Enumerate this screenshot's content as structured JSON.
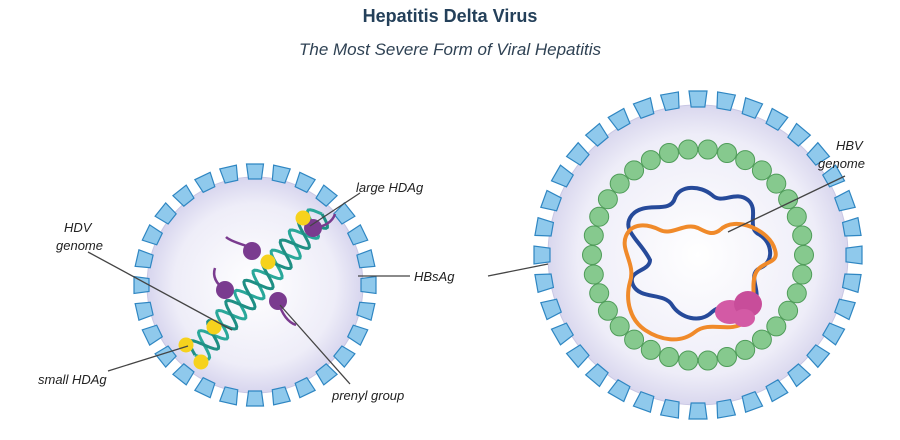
{
  "header": {
    "title": "Hepatitis Delta Virus",
    "subtitle": "The Most Severe Form of Viral Hepatitis"
  },
  "labels": {
    "large_hdag": "large HDAg",
    "hdv_genome_line1": "HDV",
    "hdv_genome_line2": "genome",
    "hbsag": "HBsAg",
    "small_hdag": "small HDAg",
    "prenyl_group": "prenyl group",
    "hbv_genome_line1": "HBV",
    "hbv_genome_line2": "genome"
  },
  "colors": {
    "envelope_protein": "#8fc9ec",
    "envelope_stroke": "#2f86c2",
    "particle_fill": "#ecebf8",
    "hdv_genome": "#2aa89a",
    "large_hdag": "#7a3b8f",
    "small_hdag": "#f6d21d",
    "capsid": "#86c98e",
    "hbv_genome_blue": "#264a9a",
    "hbv_genome_orange": "#f08a2a",
    "polymerase": "#d35aa5"
  }
}
